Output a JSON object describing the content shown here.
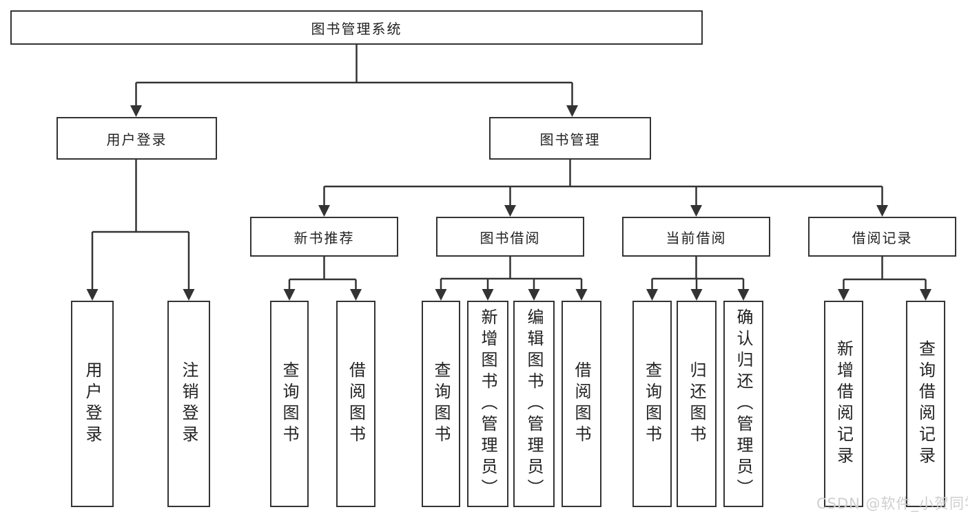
{
  "nodes": {
    "root": "图书管理系统",
    "level1": {
      "user_login": "用户登录",
      "book_mgmt": "图书管理"
    },
    "level2": {
      "new_books": "新书推荐",
      "borrow": "图书借阅",
      "current": "当前借阅",
      "records": "借阅记录"
    },
    "leaves": {
      "user_login": [
        "用户登录",
        "注销登录"
      ],
      "new_books": [
        "查询图书",
        "借阅图书"
      ],
      "borrow": [
        "查询图书",
        "新增图书（管理员）",
        "编辑图书（管理员）",
        "借阅图书"
      ],
      "current": [
        "查询图书",
        "归还图书",
        "确认归还（管理员）"
      ],
      "records": [
        "新增借阅记录",
        "查询借阅记录"
      ]
    }
  },
  "watermark": "CSDN @软件_小贺同学",
  "colors": {
    "line": "#333333",
    "text": "#222222",
    "canvas": "#ffffff",
    "watermark": "#cfcfcf"
  }
}
